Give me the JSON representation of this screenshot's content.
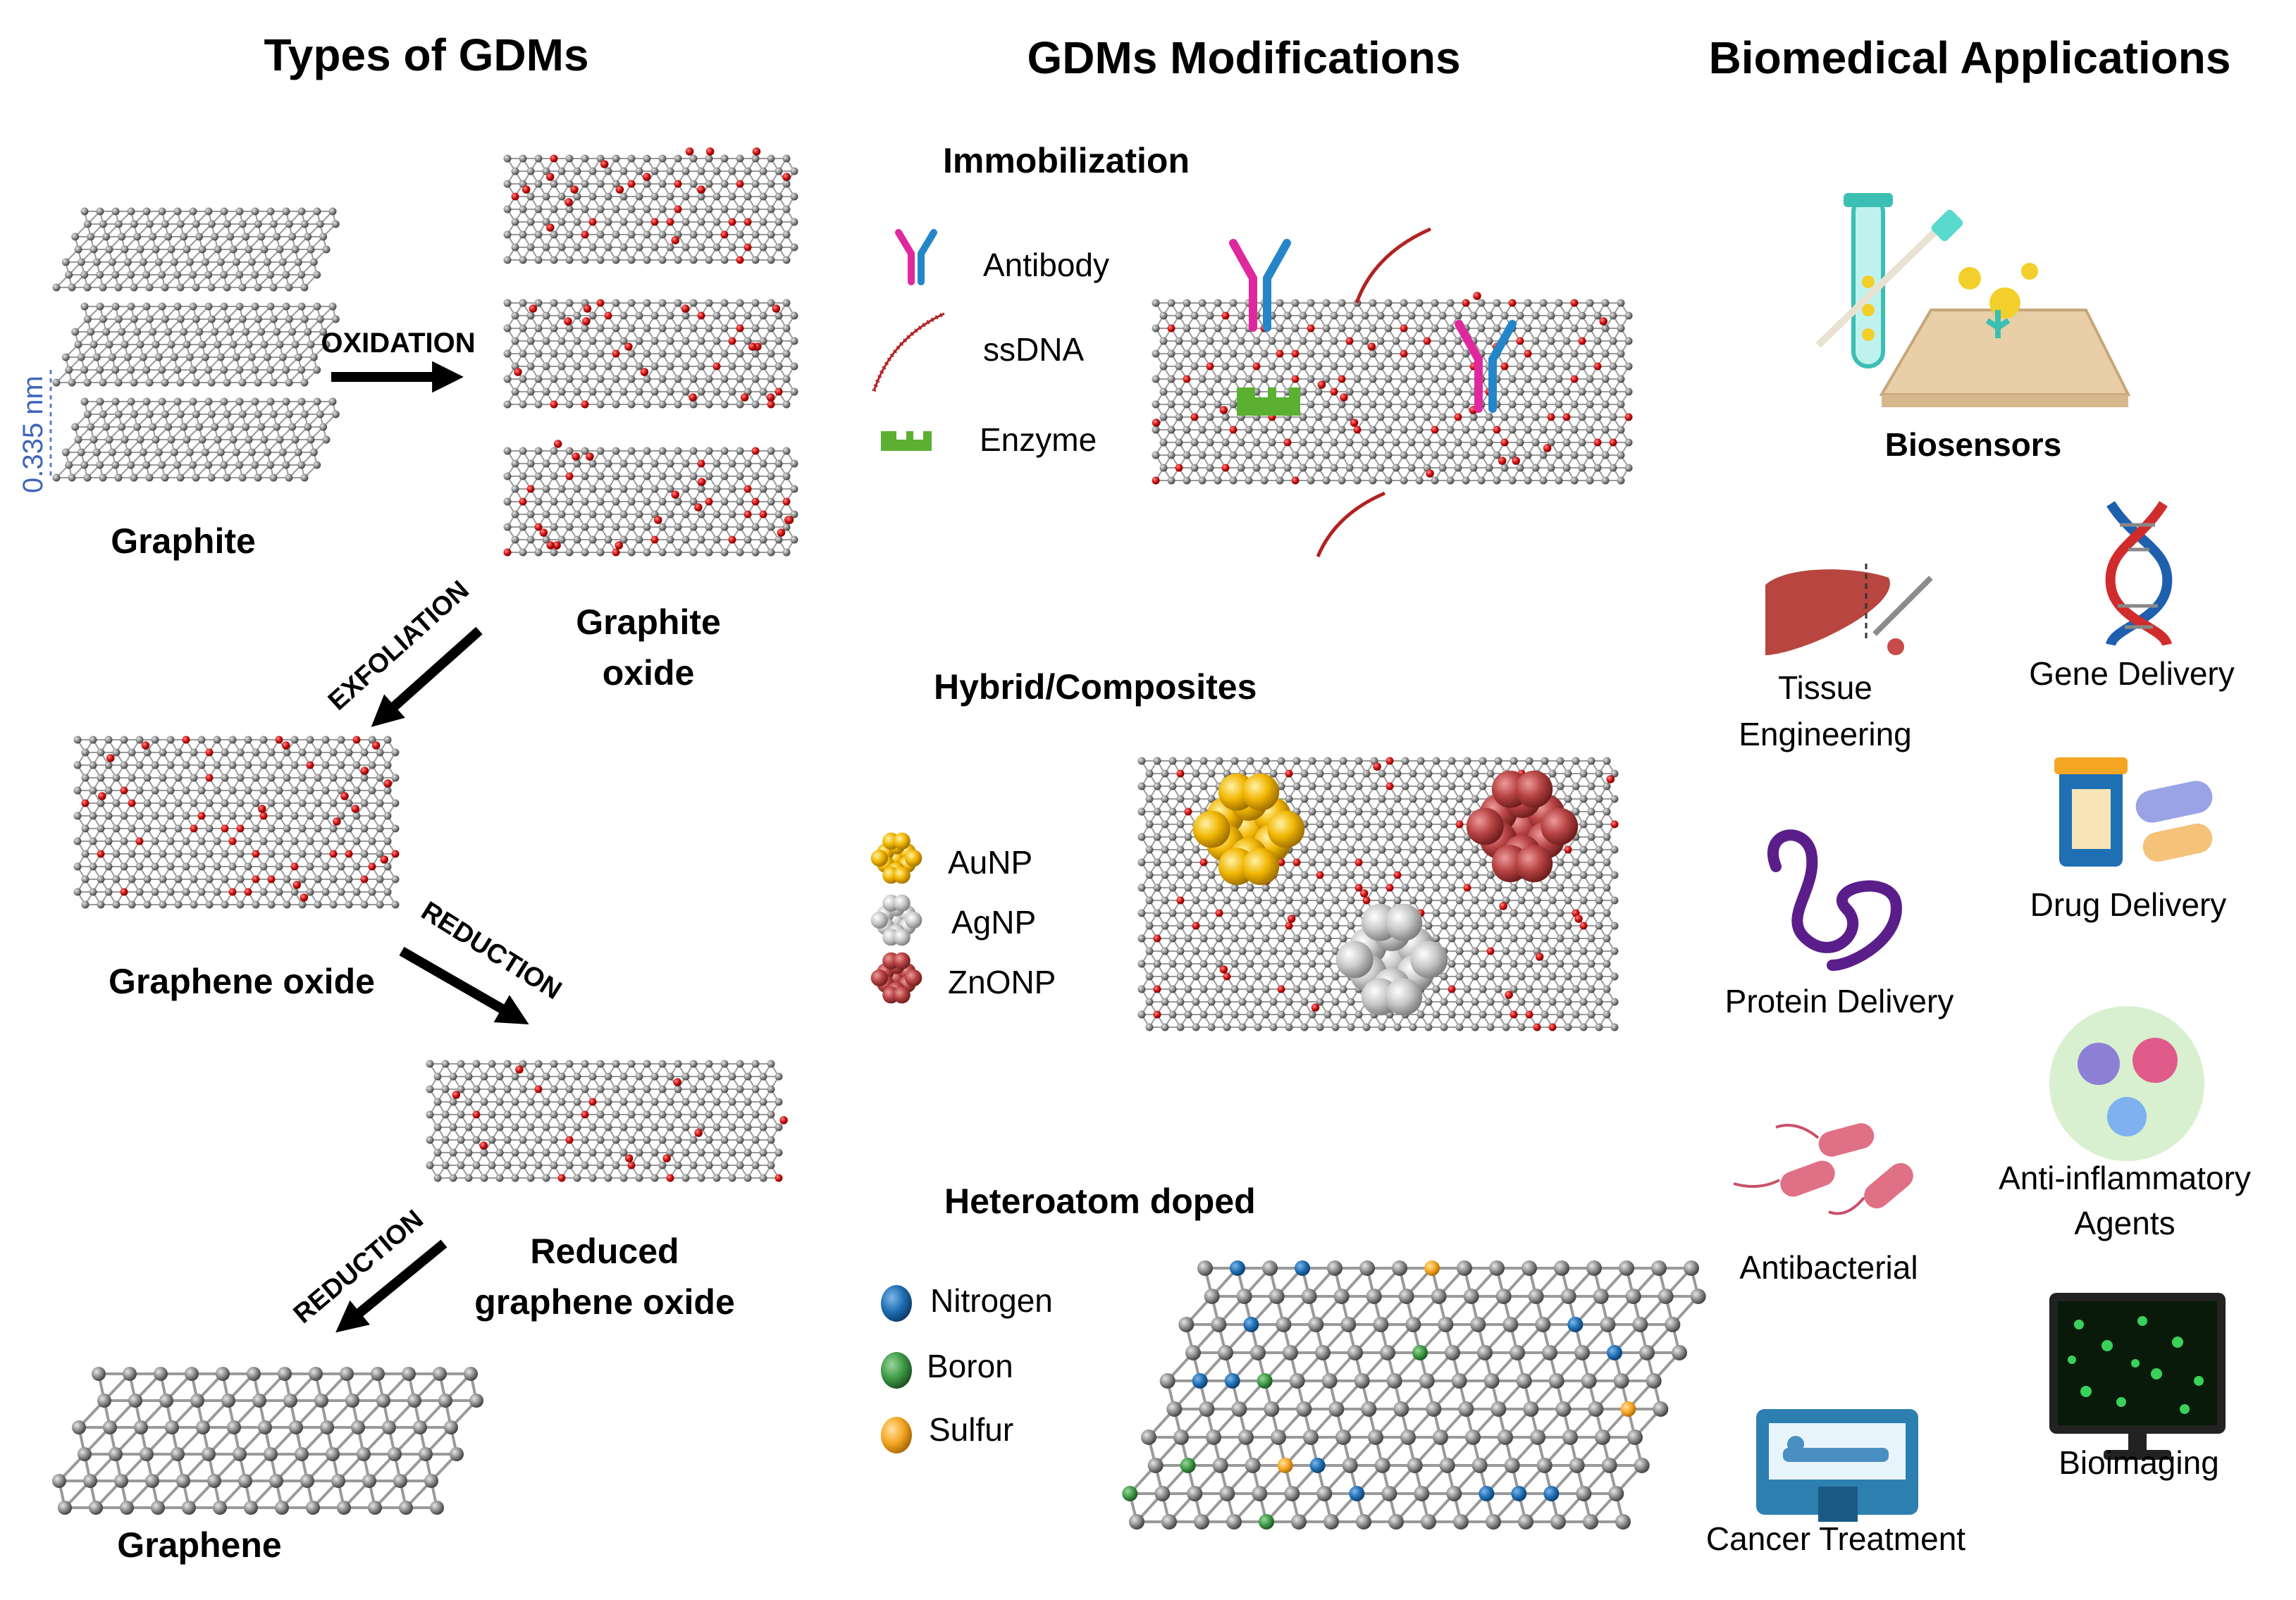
{
  "columns": {
    "types": "Types of GDMs",
    "mods": "GDMs Modifications",
    "apps": "Biomedical Applications"
  },
  "types": {
    "graphite": "Graphite",
    "spacing": "0.335 nm",
    "graphite_oxide": [
      "Graphite",
      "oxide"
    ],
    "graphene_oxide": "Graphene oxide",
    "rgo": [
      "Reduced",
      "graphene oxide"
    ],
    "graphene": "Graphene",
    "steps": {
      "oxidation": "OXIDATION",
      "exfoliation": "EXFOLIATION",
      "reduction1": "REDUCTION",
      "reduction2": "REDUCTION"
    }
  },
  "mods": {
    "immobilization": {
      "title": "Immobilization",
      "legend": [
        "Antibody",
        "ssDNA",
        "Enzyme"
      ]
    },
    "hybrid": {
      "title": "Hybrid/Composites",
      "legend": [
        "AuNP",
        "AgNP",
        "ZnONP"
      ]
    },
    "doped": {
      "title": "Heteroatom doped",
      "legend": [
        "Nitrogen",
        "Boron",
        "Sulfur"
      ]
    }
  },
  "apps": {
    "biosensors": "Biosensors",
    "tissue": [
      "Tissue",
      "Engineering"
    ],
    "gene": "Gene Delivery",
    "drug": "Drug Delivery",
    "protein": "Protein Delivery",
    "antiinflam": [
      "Anti-inflammatory",
      "Agents"
    ],
    "antibacterial": "Antibacterial",
    "bioimaging": "Bioimaging",
    "cancer": "Cancer Treatment"
  },
  "colors": {
    "carbon": "#8a8a8a",
    "oxygen": "#d01010",
    "nitrogen": "#1f6fb5",
    "boron": "#3e9a45",
    "sulfur": "#f5a623",
    "gold": "#f2b705",
    "silver": "#c9c9c9",
    "zno": "#b84444",
    "antibody_pink": "#e0289e",
    "antibody_blue": "#2486c9",
    "enzyme": "#5bb031",
    "ssdna": "#b22222"
  }
}
